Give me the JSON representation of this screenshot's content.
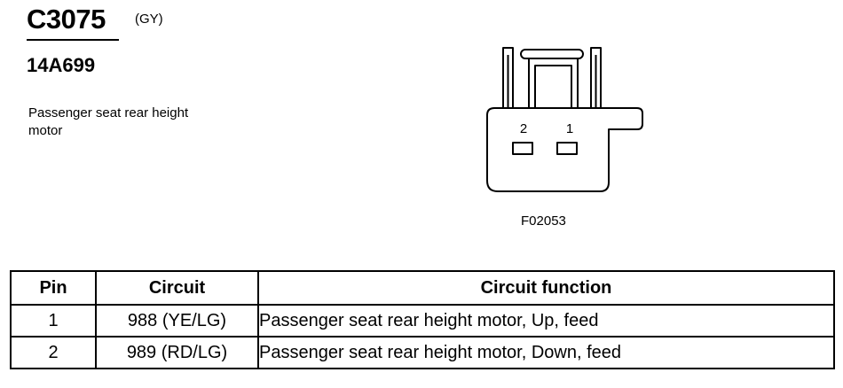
{
  "connector": {
    "id": "C3075",
    "color": "(GY)",
    "part_number": "14A699",
    "description": "Passenger seat rear height motor"
  },
  "figure": {
    "id": "F02053",
    "pin_labels": [
      "2",
      "1"
    ]
  },
  "table": {
    "headers": {
      "pin": "Pin",
      "circuit": "Circuit",
      "function": "Circuit function"
    },
    "rows": [
      {
        "pin": "1",
        "circuit": "988 (YE/LG)",
        "function": "Passenger seat rear height motor, Up, feed"
      },
      {
        "pin": "2",
        "circuit": "989 (RD/LG)",
        "function": "Passenger seat rear height motor, Down, feed"
      }
    ]
  }
}
